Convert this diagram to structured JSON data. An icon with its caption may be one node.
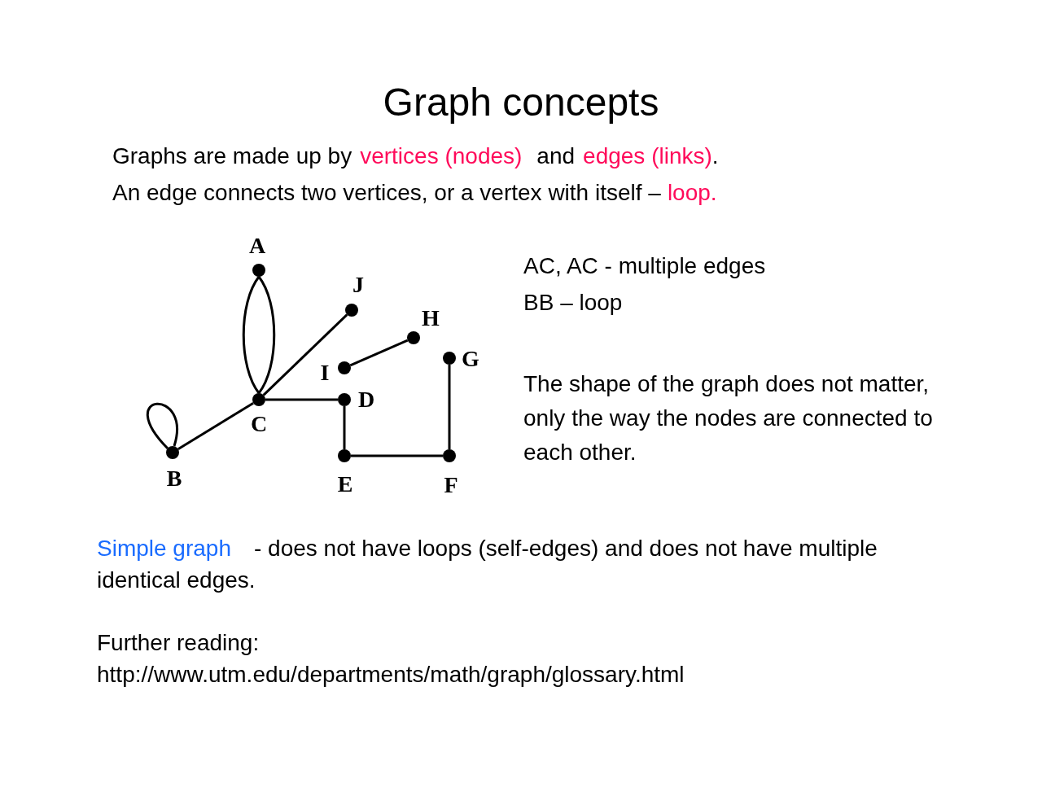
{
  "diagram": {
    "title": "Graph concepts",
    "nodes": [
      {
        "text": [
          "A"
        ]
      },
      {
        "text": [
          "J"
        ]
      },
      {
        "text": [
          "H"
        ]
      },
      {
        "text": [
          "I"
        ]
      },
      {
        "text": [
          "G"
        ]
      },
      {
        "text": [
          "C"
        ]
      },
      {
        "text": [
          "D"
        ]
      },
      {
        "text": [
          "B"
        ]
      },
      {
        "text": [
          "E"
        ]
      },
      {
        "text": [
          "F"
        ]
      }
    ],
    "edges": [
      {
        "from": 0,
        "to": 5,
        "arrow": "none"
      },
      {
        "from": 0,
        "to": 5,
        "arrow": "none"
      },
      {
        "from": 7,
        "to": 7,
        "arrow": "none"
      },
      {
        "from": 7,
        "to": 5,
        "arrow": "none"
      },
      {
        "from": 5,
        "to": 1,
        "arrow": "none"
      },
      {
        "from": 5,
        "to": 6,
        "arrow": "none"
      },
      {
        "from": 3,
        "to": 2,
        "arrow": "none"
      },
      {
        "from": 6,
        "to": 8,
        "arrow": "none"
      },
      {
        "from": 8,
        "to": 9,
        "arrow": "none"
      },
      {
        "from": 9,
        "to": 4,
        "arrow": "none"
      }
    ],
    "labels": [
      "Graphs are made up by",
      "vertices (nodes)",
      "and",
      "edges (links)",
      ".",
      "An edge connects two vertices, or a vertex with itself –",
      "loop.",
      "AC, AC - multiple edges",
      "BB – loop",
      "The shape of the graph does not matter, only the way the nodes are connected to each other.",
      "Simple graph",
      "- does not have loops (self-edges) and does not have multiple identical edges.",
      "Further reading:",
      "http://www.utm.edu/departments/math/graph/glossary.html"
    ]
  }
}
